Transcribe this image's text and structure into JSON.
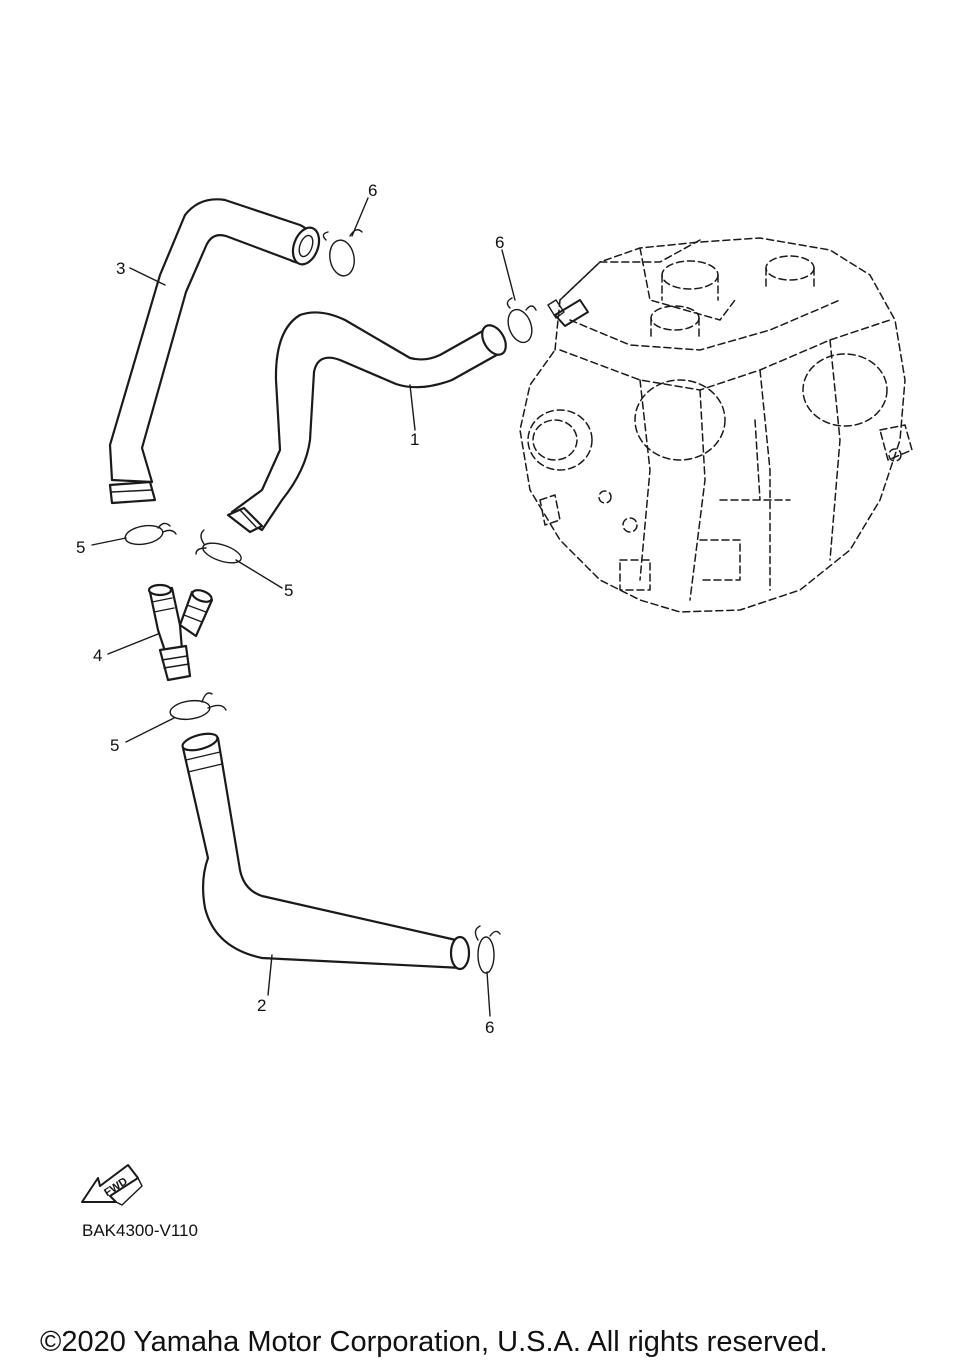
{
  "callouts": {
    "c1": "1",
    "c2": "2",
    "c3": "3",
    "c4": "4",
    "c5a": "5",
    "c5b": "5",
    "c5c": "5",
    "c6a": "6",
    "c6b": "6",
    "c6c": "6"
  },
  "fwd_label": "FWD",
  "diagram_code": "BAK4300-V110",
  "copyright": "©2020 Yamaha Motor Corporation, U.S.A. All rights reserved."
}
